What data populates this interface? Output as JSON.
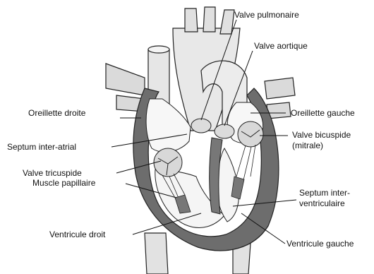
{
  "labels": {
    "valve_pulmonary": "Valve pulmonaire",
    "valve_aortic": "Valve aortique",
    "right_atrium": "Oreillette droite",
    "left_atrium": "Oreillette gauche",
    "interatrial_septum": "Septum inter-atrial",
    "bicuspid_valve_line1": "Valve bicuspide",
    "bicuspid_valve_line2": "(mitrale)",
    "tricuspid_valve": "Valve tricuspide",
    "papillary_muscle": "Muscle papillaire",
    "interventricular_septum_line1": "Septum inter-",
    "interventricular_septum_line2": "ventriculaire",
    "right_ventricle": "Ventricule droit",
    "left_ventricle": "Ventricule gauche"
  },
  "colors": {
    "line": "#222222",
    "muscle": "#6d6d6d",
    "vessel": "#e2e2e2",
    "chamber": "#f7f7f7"
  }
}
